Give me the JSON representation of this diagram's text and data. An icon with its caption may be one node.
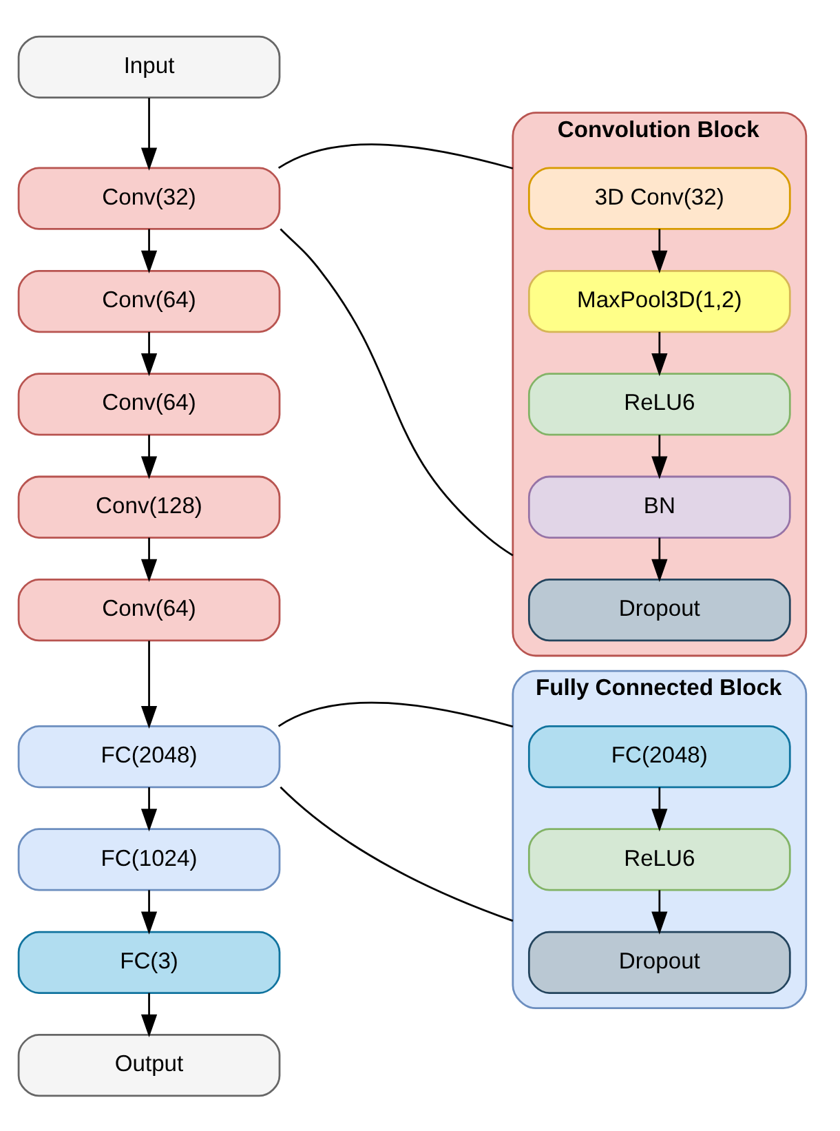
{
  "diagram": {
    "nodes": [
      {
        "text": [
          "Input"
        ]
      },
      {
        "text": [
          "Conv(32)"
        ]
      },
      {
        "text": [
          "Conv(64)"
        ]
      },
      {
        "text": [
          "Conv(64)"
        ]
      },
      {
        "text": [
          "Conv(128)"
        ]
      },
      {
        "text": [
          "Conv(64)"
        ]
      },
      {
        "text": [
          "FC(2048)"
        ]
      },
      {
        "text": [
          "FC(1024)"
        ]
      },
      {
        "text": [
          "FC(3)"
        ]
      },
      {
        "text": [
          "Output"
        ]
      },
      {
        "text": [
          "Convolution Block"
        ]
      },
      {
        "text": [
          "3D Conv(32)"
        ],
        "in": 10
      },
      {
        "text": [
          "MaxPool3D(1,2)"
        ],
        "in": 10
      },
      {
        "text": [
          "ReLU6"
        ],
        "in": 10
      },
      {
        "text": [
          "BN"
        ],
        "in": 10
      },
      {
        "text": [
          "Dropout"
        ],
        "in": 10
      },
      {
        "text": [
          "Fully Connected Block"
        ]
      },
      {
        "text": [
          "FC(2048)"
        ],
        "in": 16
      },
      {
        "text": [
          "ReLU6"
        ],
        "in": 16
      },
      {
        "text": [
          "Dropout"
        ],
        "in": 16
      }
    ],
    "edges": [
      {
        "from": 0,
        "to": 1,
        "arrow": "to"
      },
      {
        "from": 1,
        "to": 2,
        "arrow": "to"
      },
      {
        "from": 2,
        "to": 3,
        "arrow": "to"
      },
      {
        "from": 3,
        "to": 4,
        "arrow": "to"
      },
      {
        "from": 4,
        "to": 5,
        "arrow": "to"
      },
      {
        "from": 5,
        "to": 6,
        "arrow": "to"
      },
      {
        "from": 6,
        "to": 7,
        "arrow": "to"
      },
      {
        "from": 7,
        "to": 8,
        "arrow": "to"
      },
      {
        "from": 8,
        "to": 9,
        "arrow": "to"
      },
      {
        "from": 11,
        "to": 12,
        "arrow": "to"
      },
      {
        "from": 12,
        "to": 13,
        "arrow": "to"
      },
      {
        "from": 13,
        "to": 14,
        "arrow": "to"
      },
      {
        "from": 14,
        "to": 15,
        "arrow": "to"
      },
      {
        "from": 17,
        "to": 18,
        "arrow": "to"
      },
      {
        "from": 18,
        "to": 19,
        "arrow": "to"
      },
      {
        "from": 1,
        "to": 10,
        "arrow": "none"
      },
      {
        "from": 1,
        "to": 10,
        "arrow": "none"
      },
      {
        "from": 6,
        "to": 16,
        "arrow": "none"
      },
      {
        "from": 6,
        "to": 16,
        "arrow": "none"
      }
    ]
  }
}
